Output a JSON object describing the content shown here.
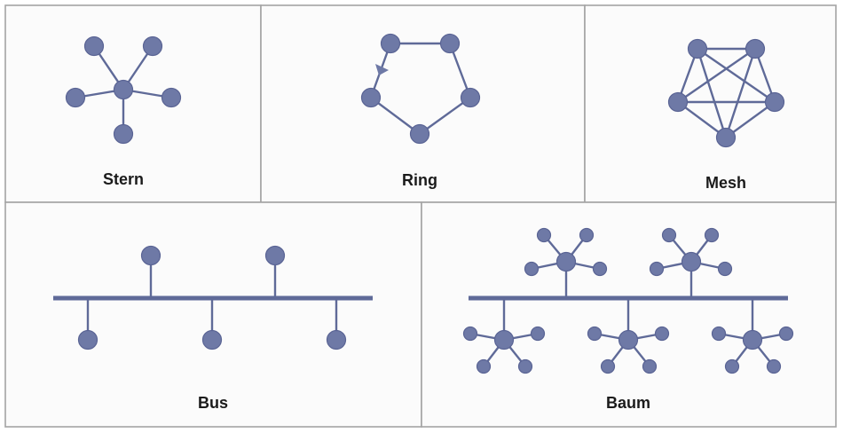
{
  "colors": {
    "node": "#6e79a6",
    "node_stroke": "#5a6494",
    "edge": "#5f6a98",
    "panel_border": "#a4a4a4",
    "text": "#1b1b1b"
  },
  "topologies": {
    "star": {
      "label": "Stern"
    },
    "ring": {
      "label": "Ring"
    },
    "mesh": {
      "label": "Mesh"
    },
    "bus": {
      "label": "Bus"
    },
    "tree": {
      "label": "Baum"
    }
  }
}
